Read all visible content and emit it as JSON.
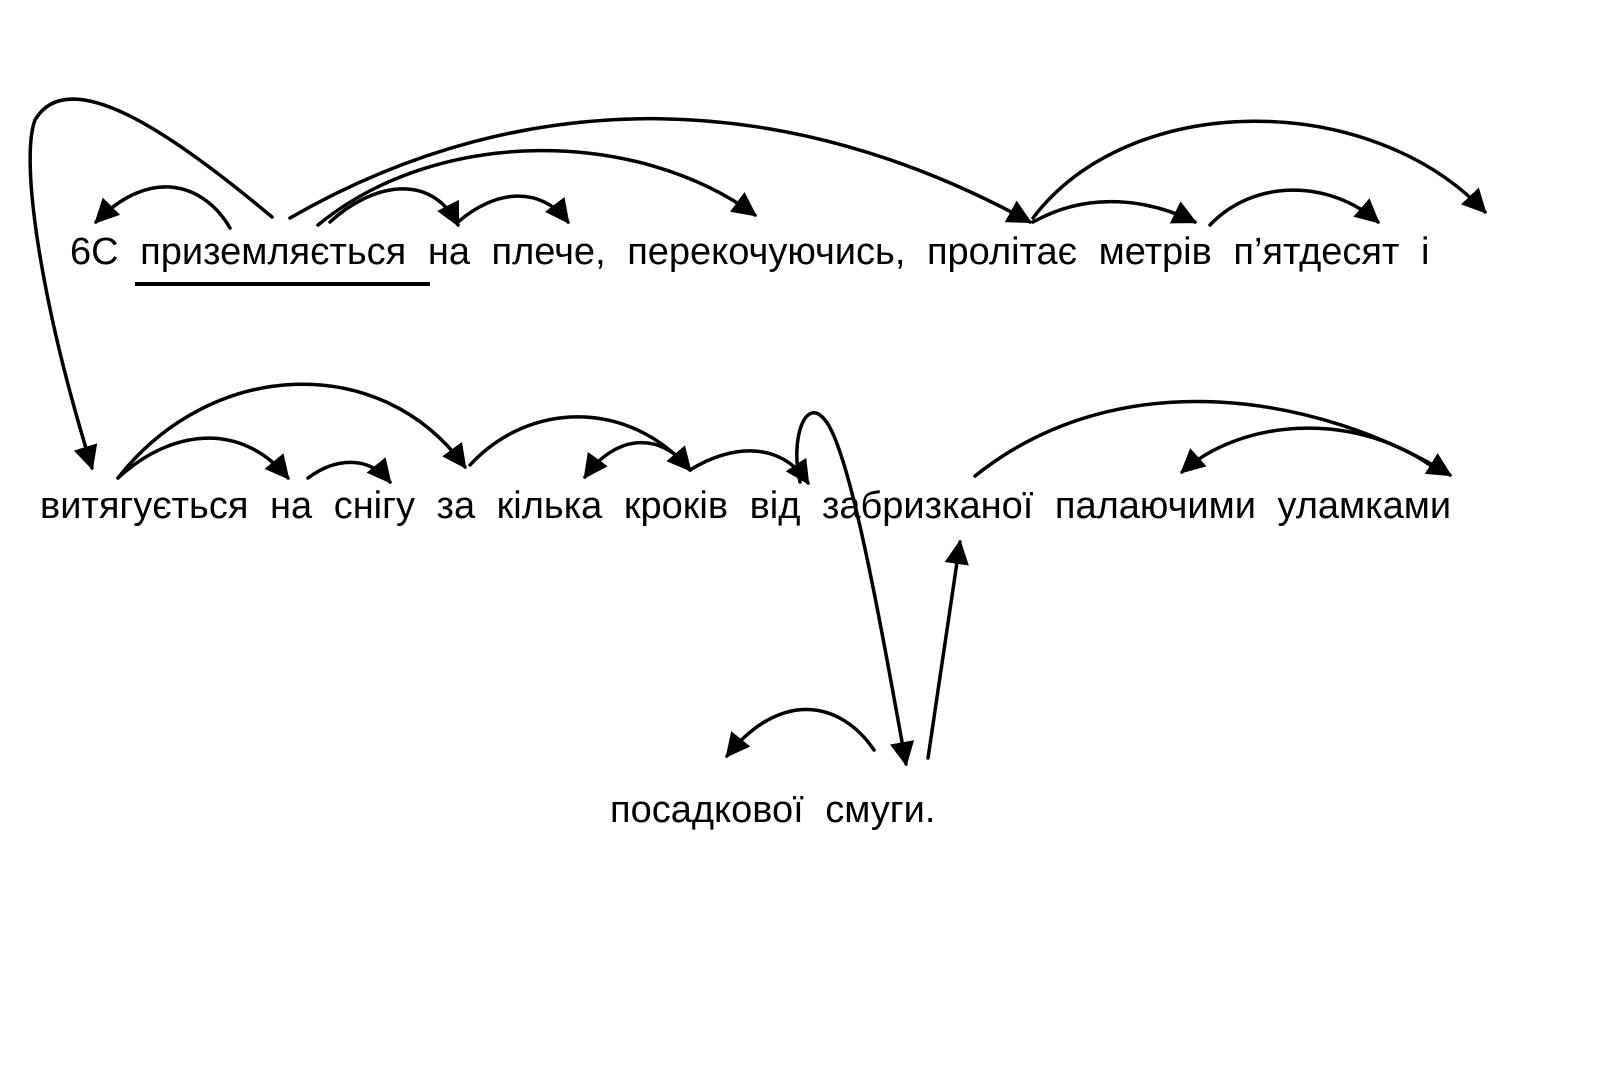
{
  "lines": [
    [
      "6С",
      "приземляється",
      "на",
      "плече,",
      "перекочуючись,",
      "пролітає",
      "метрів",
      "п’ятдесят",
      "і"
    ],
    [
      "витягується",
      "на",
      "снігу",
      "за",
      "кілька",
      "кроків",
      "від",
      "забризканої",
      "палаючими",
      "уламками"
    ],
    [
      "посадкової",
      "смуги."
    ]
  ],
  "underlined_word": "приземляється",
  "colors": {
    "ink": "#000000",
    "background": "#ffffff"
  }
}
